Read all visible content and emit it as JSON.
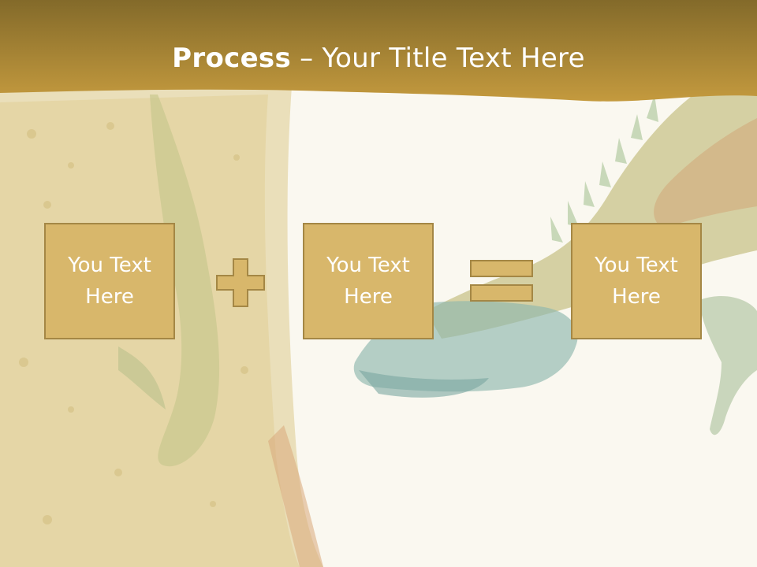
{
  "title": {
    "strong": "Process",
    "separator": " – ",
    "rest": "Your Title Text Here"
  },
  "boxes": [
    {
      "text": "You Text Here"
    },
    {
      "text": "You Text Here"
    },
    {
      "text": "You Text Here"
    }
  ],
  "operators": [
    "plus",
    "equals"
  ],
  "colors": {
    "title_bar_top": "#836a2a",
    "title_bar_bottom": "#c49a3e",
    "box_fill": "#d8b76b",
    "box_border": "#a48745",
    "text": "#ffffff",
    "background": "#faf8f0"
  }
}
